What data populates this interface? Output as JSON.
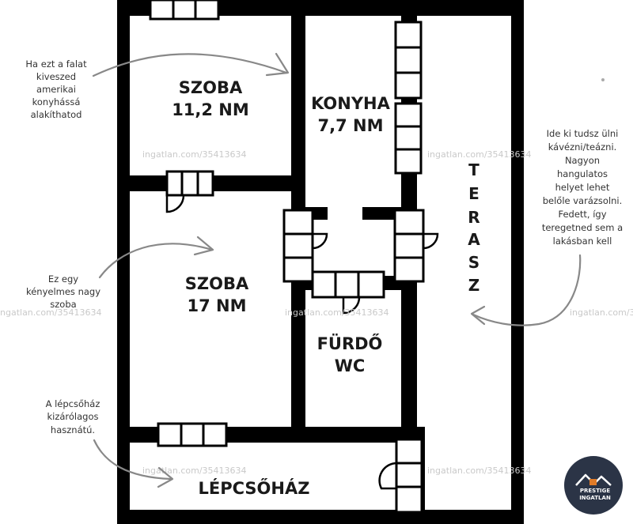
{
  "rooms": {
    "szoba_small": {
      "name": "SZOBA",
      "area": "11,2 NM"
    },
    "szoba_large": {
      "name": "SZOBA",
      "area": "17 NM"
    },
    "konyha": {
      "name": "KONYHA",
      "area": "7,7 NM"
    },
    "furdo": {
      "name": "FÜRDŐ",
      "area": "WC"
    },
    "lepcsohaz": {
      "name": "LÉPCSŐHÁZ"
    },
    "terasz": {
      "letters": [
        "T",
        "E",
        "R",
        "A",
        "S",
        "Z"
      ]
    }
  },
  "annotations": {
    "wall_note": [
      "Ha ezt a falat",
      "kiveszed",
      "amerikai",
      "konyhássá",
      "alakíthatod"
    ],
    "room_note": [
      "Ez egy",
      "kényelmes nagy",
      "szoba"
    ],
    "stair_note": [
      "A lépcsőház",
      "kizárólagos",
      "hasznátú."
    ],
    "terrace_note": [
      "Ide ki tudsz ülni",
      "kávézni/teázni.",
      "Nagyon",
      "hangulatos",
      "helyet lehet",
      "belőle varázsolni.",
      "Fedett, így",
      "teregetned sem a",
      "lakásban kell"
    ]
  },
  "watermark": {
    "text": "ingatlan.com/35413634",
    "text_partial": "ngatlan.com/35413634"
  },
  "logo": {
    "line1": "PRESTIGE",
    "line2": "INGATLAN",
    "bg_color": "#2b3446",
    "accent_color": "#e07b28"
  }
}
